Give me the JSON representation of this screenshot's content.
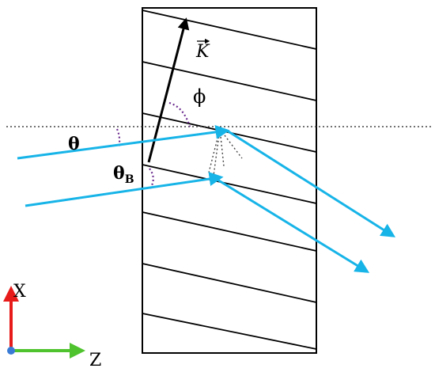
{
  "labels": {
    "k_vector": "K",
    "phi": "ϕ",
    "theta": "θ",
    "theta_b_main": "θ",
    "theta_b_sub": "B",
    "axis_x": "X",
    "axis_z": "Z"
  },
  "colors": {
    "beam": "#17b4e8",
    "axis_x": "#e81b1b",
    "axis_z": "#4ec32d",
    "axis_origin": "#3a7bd5",
    "angle_arc": "#6b2b8f",
    "outline": "#000000",
    "reference_line": "#444444"
  }
}
